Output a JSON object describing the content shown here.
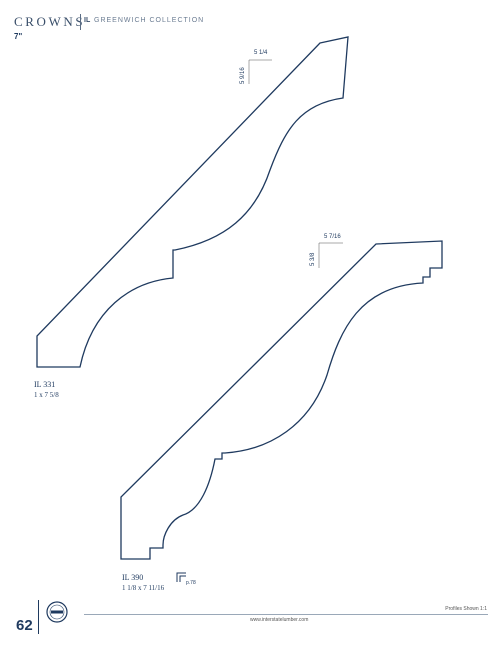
{
  "header": {
    "title": "CROWNS",
    "brand_mark": "IL",
    "collection": "GREENWICH COLLECTION",
    "size": "7\""
  },
  "profiles": [
    {
      "code": "IL 331",
      "size": "1 x 7 5/8",
      "dim_horizontal": "5 1/4",
      "dim_vertical": "5 9/16"
    },
    {
      "code": "IL 390",
      "size": "1 1/8 x 7 11/16",
      "dim_horizontal": "5 7/16",
      "dim_vertical": "5 3/8",
      "reference_page": "p.78"
    }
  ],
  "footer": {
    "page_number": "62",
    "note": "Profiles Shown 1:1",
    "url": "www.interstatelumber.com"
  },
  "colors": {
    "profile_stroke": "#1f3a5f",
    "text": "#1f3a5f"
  }
}
